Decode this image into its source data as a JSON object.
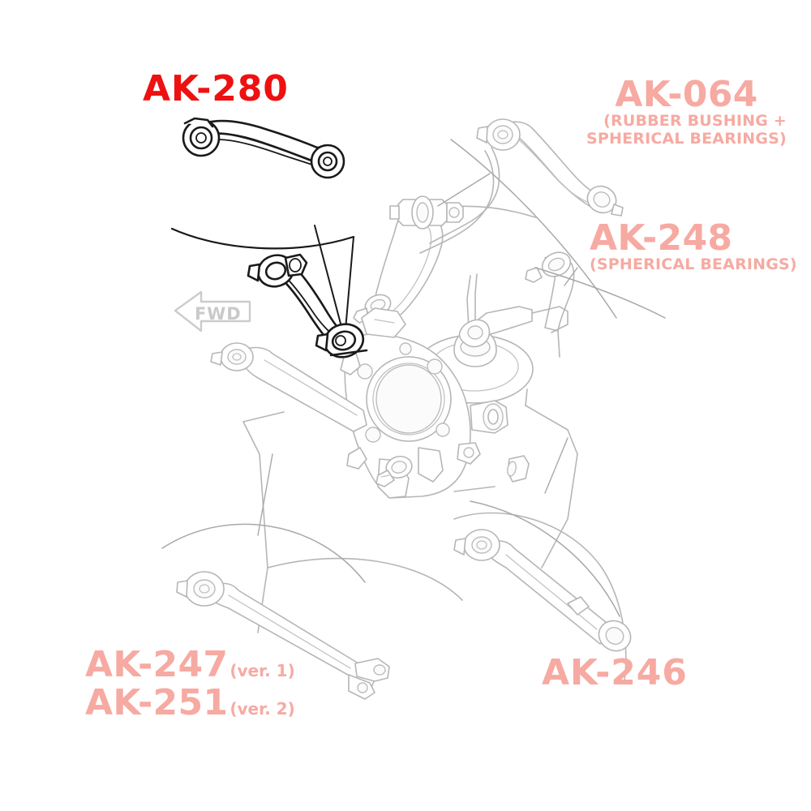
{
  "diagram": {
    "title_part": "AK-280",
    "background_color": "#ffffff",
    "highlight_color": "#ee1111",
    "ghost_color": "#f6aaa2",
    "line_color": "#b4b4b4",
    "dark_line_color": "#1a1a1a"
  },
  "labels": {
    "ak280": {
      "code": "AK-280",
      "color": "#ee1111"
    },
    "ak064": {
      "code": "AK-064",
      "sub_line1": "(RUBBER BUSHING +",
      "sub_line2": "SPHERICAL BEARINGS)",
      "color": "#f6aaa2"
    },
    "ak248": {
      "code": "AK-248",
      "sub_line1": "(SPHERICAL BEARINGS)",
      "color": "#f6aaa2"
    },
    "ak247": {
      "code": "AK-247",
      "version": "(ver. 1)",
      "color": "#f6aaa2"
    },
    "ak251": {
      "code": "AK-251",
      "version": "(ver. 2)",
      "color": "#f6aaa2"
    },
    "ak246": {
      "code": "AK-246",
      "color": "#f6aaa2"
    }
  },
  "orientation": {
    "arrow_label": "FWD",
    "arrow_direction": "left",
    "color": "#c9c9c9"
  },
  "parts": {
    "highlighted": "AK-280 upper control arm",
    "assembly": "rear suspension knuckle assembly"
  }
}
